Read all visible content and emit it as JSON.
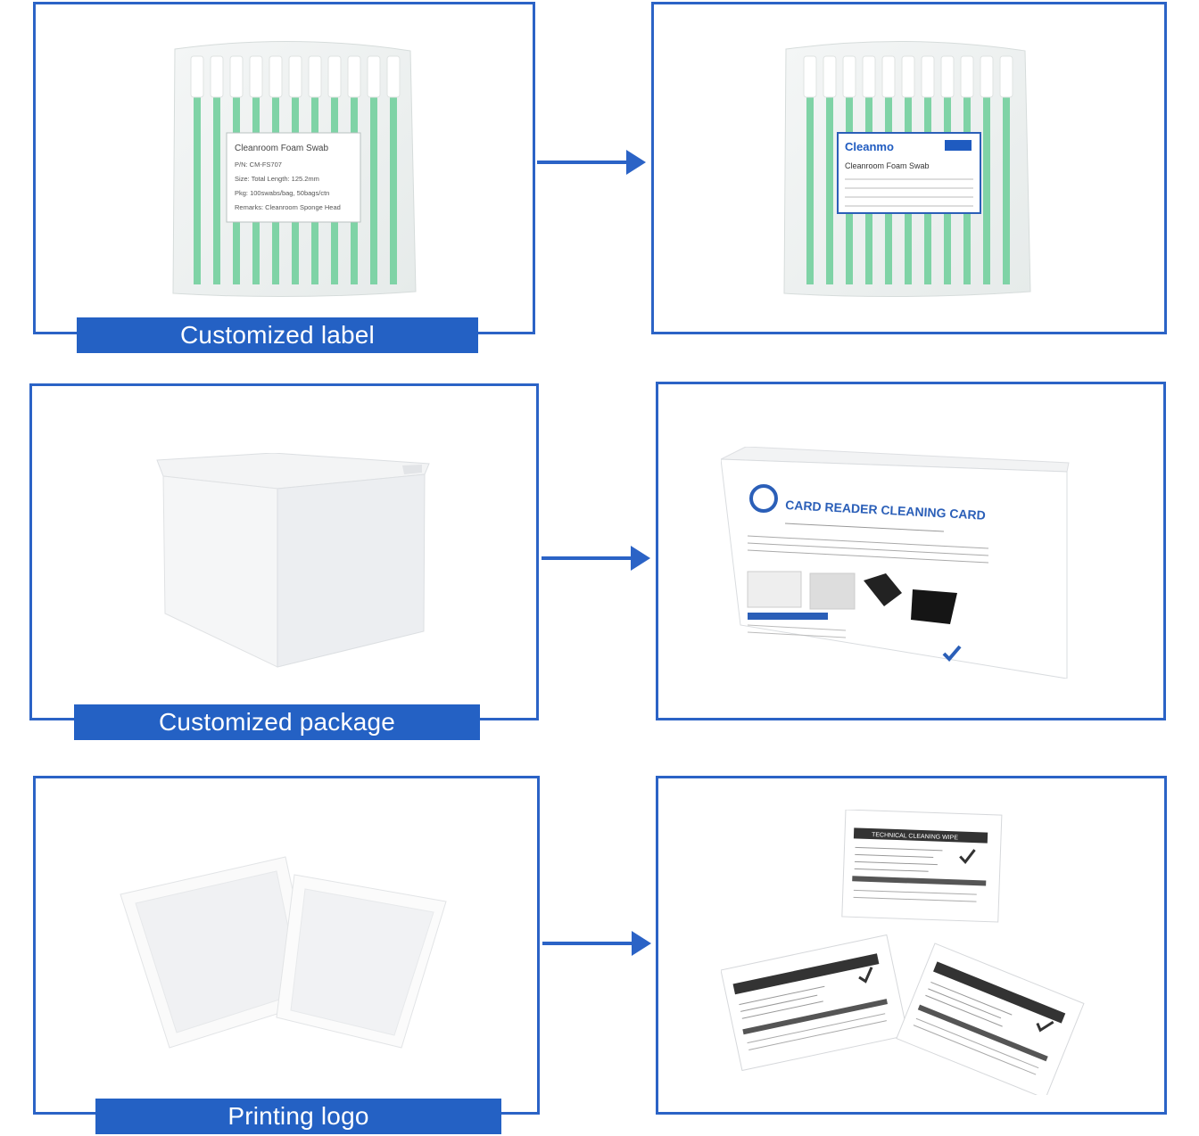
{
  "rows": [
    {
      "caption": "Customized label",
      "before_label": {
        "title": "Cleanroom Foam Swab",
        "lines": [
          "P/N: CM-FS707",
          "Size: Total Length: 125.2mm",
          "Pkg: 100swabs/bag, 50bags/ctn",
          "Remarks: Cleanroom Sponge Head"
        ]
      },
      "after_label": {
        "brand": "Cleanmo",
        "title": "Cleanroom Foam Swab"
      }
    },
    {
      "caption": "Customized package",
      "box_title": "CARD READER CLEANING CARD"
    },
    {
      "caption": "Printing logo",
      "wipe_title": "TECHNICAL CLEANING WIPE"
    }
  ],
  "colors": {
    "frame": "#2b63c6",
    "caption_bg": "#2461c4",
    "swab_green": "#7fd3a6"
  },
  "icons": [
    "right-arrow-icon",
    "checkmark-logo-icon"
  ]
}
